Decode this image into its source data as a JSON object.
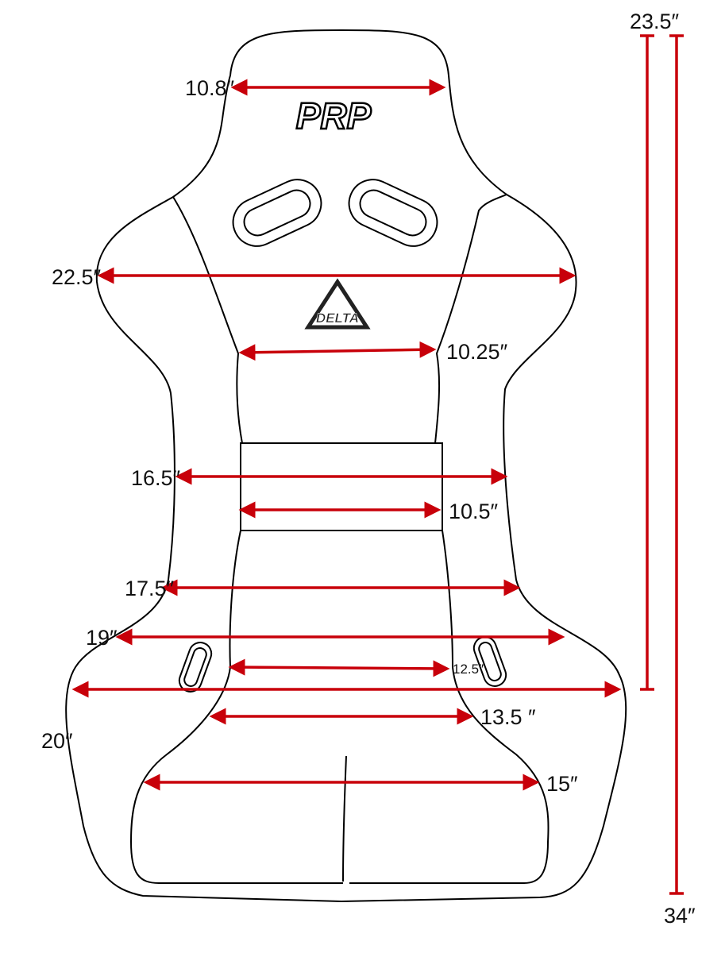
{
  "title": "PRP Delta seat dimensions",
  "colors": {
    "dimension": "#c8000a",
    "outline": "#000000"
  },
  "logos": {
    "brand": "PRP",
    "model": "DELTA"
  },
  "dimensions": {
    "headrest_width": "10.8″",
    "shoulder_width": "22.5″",
    "upper_back_width": "10.25″",
    "mid_outer_width": "16.5″",
    "lumbar_width": "10.5″",
    "lower_outer_width": "17.5″",
    "hip_outer_width": "19″",
    "inner_hip_width": "12.5″",
    "base_outer_width": "20″",
    "seat_front_width": "13.5 ″",
    "cushion_width": "15″",
    "back_height": "23.5″",
    "total_height": "34″"
  }
}
